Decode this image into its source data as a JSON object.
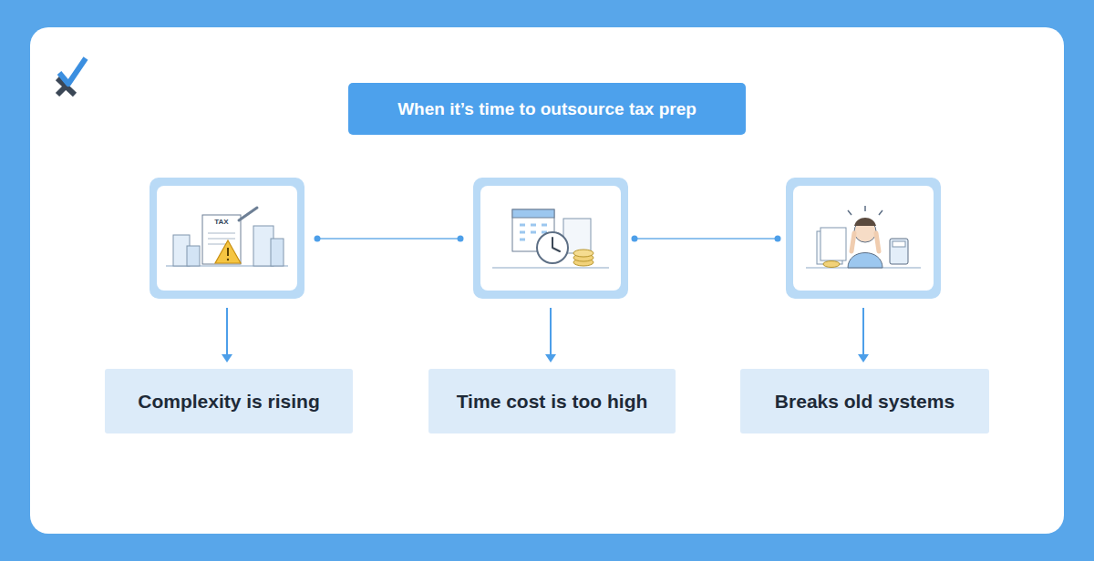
{
  "diagram": {
    "title": "When it’s time to outsource tax prep",
    "nodes": [
      {
        "text": [
          "Complexity is rising"
        ]
      },
      {
        "text": [
          "Time cost is too high"
        ]
      },
      {
        "text": [
          "Breaks old systems"
        ]
      }
    ],
    "labels": [
      "TAX"
    ]
  }
}
